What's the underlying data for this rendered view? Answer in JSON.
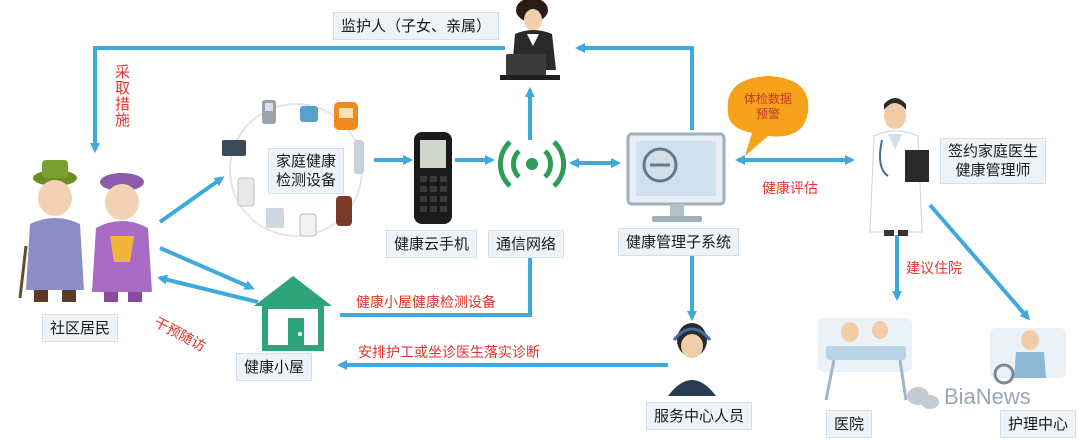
{
  "nodes": {
    "guardian": "监护人（子女、亲属）",
    "home_devices_l1": "家庭健康",
    "home_devices_l2": "检测设备",
    "phone": "健康云手机",
    "network": "通信网络",
    "subsystem": "健康管理子系统",
    "doctor_l1": "签约家庭医生",
    "doctor_l2": "健康管理师",
    "residents": "社区居民",
    "hut": "健康小屋",
    "service_staff": "服务中心人员",
    "hospital": "医院",
    "care_center": "护理中心"
  },
  "labels": {
    "take_action": "采取措施",
    "alert_l1": "体检数据",
    "alert_l2": "预警",
    "health_eval": "健康评估",
    "suggest_hospital": "建议住院",
    "hut_devices": "健康小屋健康检测设备",
    "arrange": "安排护工或坐诊医生落实诊断",
    "intervene": "干预随访"
  },
  "watermark": "BiaNews",
  "colors": {
    "arrow": "#3fa9dc",
    "label_red": "#e4332d",
    "box_bg": "#eef3f8",
    "bubble": "#f7a21b",
    "hut_green": "#2fa37a"
  }
}
